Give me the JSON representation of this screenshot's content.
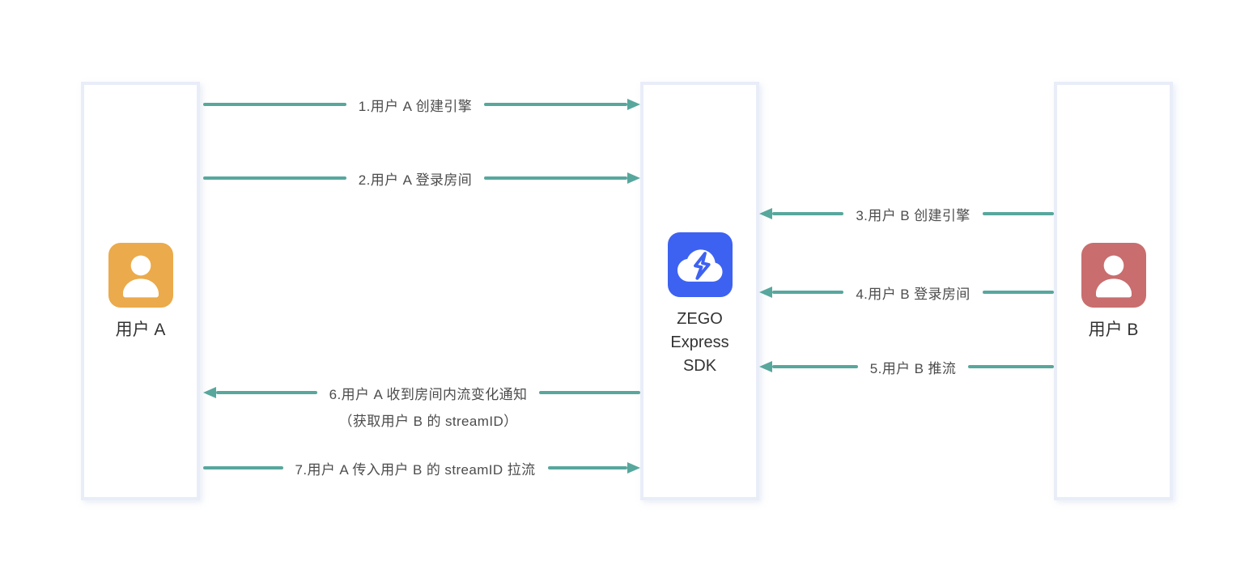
{
  "diagram": {
    "type": "sequence-diagram",
    "background": "#ffffff",
    "colors": {
      "arrow": "#57a79d",
      "column_border": "#e9edf8",
      "message_text": "#4c4c4c",
      "entity_text": "#333333",
      "user_a_icon": "#ebaa4b",
      "user_b_icon": "#c96d6e",
      "sdk_icon": "#3d62f2"
    },
    "entities": {
      "user_a": {
        "label": "用户 A",
        "icon": "user-icon"
      },
      "sdk": {
        "label": "ZEGO Express SDK",
        "icon": "cloud-lightning-icon"
      },
      "user_b": {
        "label": "用户 B",
        "icon": "user-icon"
      }
    },
    "messages": [
      {
        "label": "1.用户 A 创建引擎",
        "from": "用户 A",
        "to": "ZEGO Express SDK",
        "direction": "right"
      },
      {
        "label": "2.用户 A 登录房间",
        "from": "用户 A",
        "to": "ZEGO Express SDK",
        "direction": "right"
      },
      {
        "label": "3.用户 B 创建引擎",
        "from": "用户 B",
        "to": "ZEGO Express SDK",
        "direction": "left"
      },
      {
        "label": "4.用户 B 登录房间",
        "from": "用户 B",
        "to": "ZEGO Express SDK",
        "direction": "left"
      },
      {
        "label": "5.用户 B 推流",
        "from": "用户 B",
        "to": "ZEGO Express SDK",
        "direction": "left"
      },
      {
        "label": "6.用户 A 收到房间内流变化通知",
        "label2": "（获取用户 B 的 streamID）",
        "from": "ZEGO Express SDK",
        "to": "用户 A",
        "direction": "left"
      },
      {
        "label": "7.用户 A 传入用户 B 的 streamID 拉流",
        "from": "用户 A",
        "to": "ZEGO Express SDK",
        "direction": "right"
      }
    ]
  }
}
